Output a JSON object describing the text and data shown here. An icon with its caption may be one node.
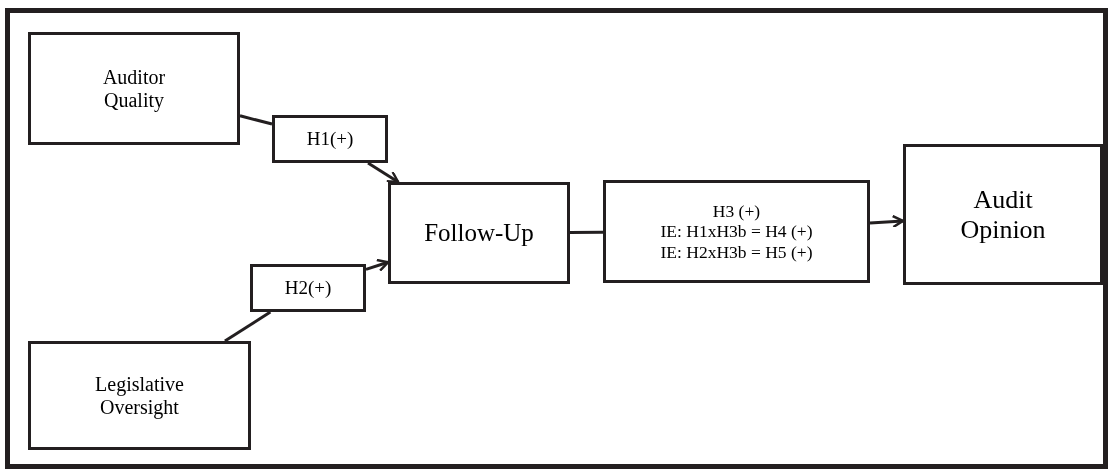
{
  "diagram": {
    "nodes": [
      {
        "text": [
          "Auditor Quality"
        ]
      },
      {
        "text": [
          "H1(+)"
        ]
      },
      {
        "text": [
          "Follow-Up"
        ]
      },
      {
        "text": [
          "H2(+)"
        ]
      },
      {
        "text": [
          "Legislative Oversight"
        ]
      },
      {
        "text": [
          "H3 (+)",
          "IE: H1xH3b = H4 (+)",
          "IE: H2xH3b = H5 (+)"
        ]
      },
      {
        "text": [
          "Audit Opinion"
        ]
      }
    ],
    "edges": [
      {
        "from": 0,
        "to": 1,
        "arrow": "none"
      },
      {
        "from": 1,
        "to": 2,
        "arrow": "to"
      },
      {
        "from": 4,
        "to": 3,
        "arrow": "none"
      },
      {
        "from": 3,
        "to": 2,
        "arrow": "to"
      },
      {
        "from": 2,
        "to": 5,
        "arrow": "none"
      },
      {
        "from": 5,
        "to": 6,
        "arrow": "to"
      }
    ]
  }
}
